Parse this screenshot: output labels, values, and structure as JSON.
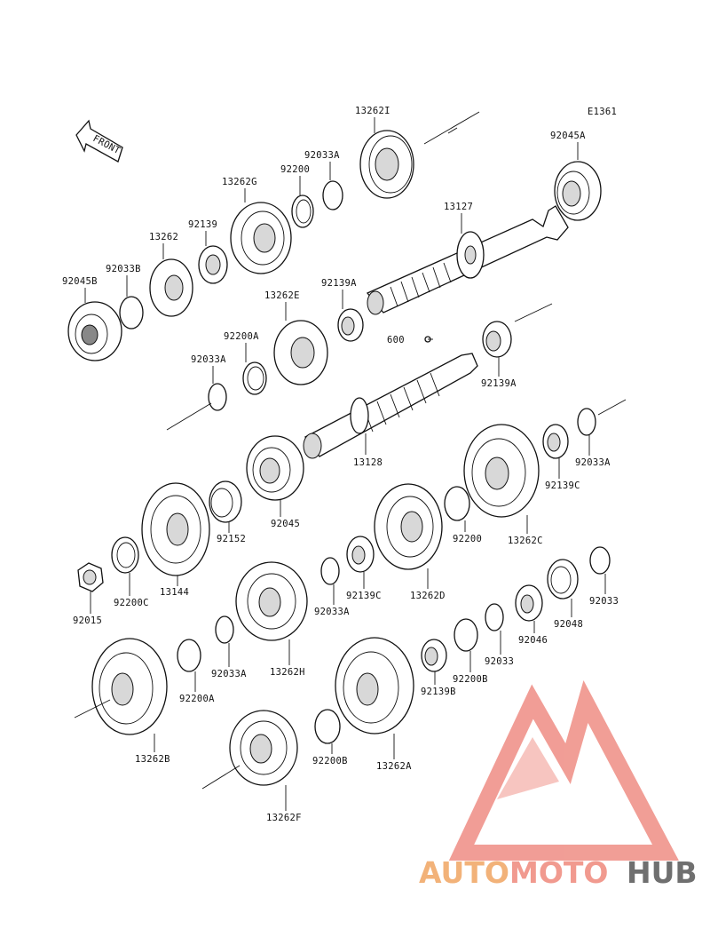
{
  "diagram_code": "E1361",
  "front_label": "FRONT",
  "watermark": {
    "word_auto": "AUTO",
    "word_moto": "MOTO",
    "word_hub": "HUB",
    "color_auto": "#f2b279",
    "color_moto": "#f19a8f",
    "color_hub": "#6f6f6f",
    "color_logo": "#ef8d84"
  },
  "parts": {
    "p13262I": "13262I",
    "p92045A": "92045A",
    "p92033A_top": "92033A",
    "p92200_top": "92200",
    "p13262G": "13262G",
    "p92139": "92139",
    "p13262": "13262",
    "p13127": "13127",
    "p92033B": "92033B",
    "p92045B": "92045B",
    "p92139A_upper": "92139A",
    "p13262E": "13262E",
    "p92200A_upper": "92200A",
    "p92033A_left": "92033A",
    "p600": "600",
    "p92139A_lower": "92139A",
    "p13128": "13128",
    "p92045": "92045",
    "p92152": "92152",
    "p13144": "13144",
    "p92200C": "92200C",
    "p92015": "92015",
    "p92033A_right": "92033A",
    "p92139C_right": "92139C",
    "p13262C": "13262C",
    "p92200_mid": "92200",
    "p13262D": "13262D",
    "p92139C_mid": "92139C",
    "p92033A_mid": "92033A",
    "p13262H": "13262H",
    "p92033": "92033",
    "p92048": "92048",
    "p92046": "92046",
    "p92033_lower": "92033",
    "p92200B_right": "92200B",
    "p92139B": "92139B",
    "p92033A_low": "92033A",
    "p92200A_low": "92200A",
    "p13262B": "13262B",
    "p13262A": "13262A",
    "p92200B_low": "92200B",
    "p13262F": "13262F"
  }
}
